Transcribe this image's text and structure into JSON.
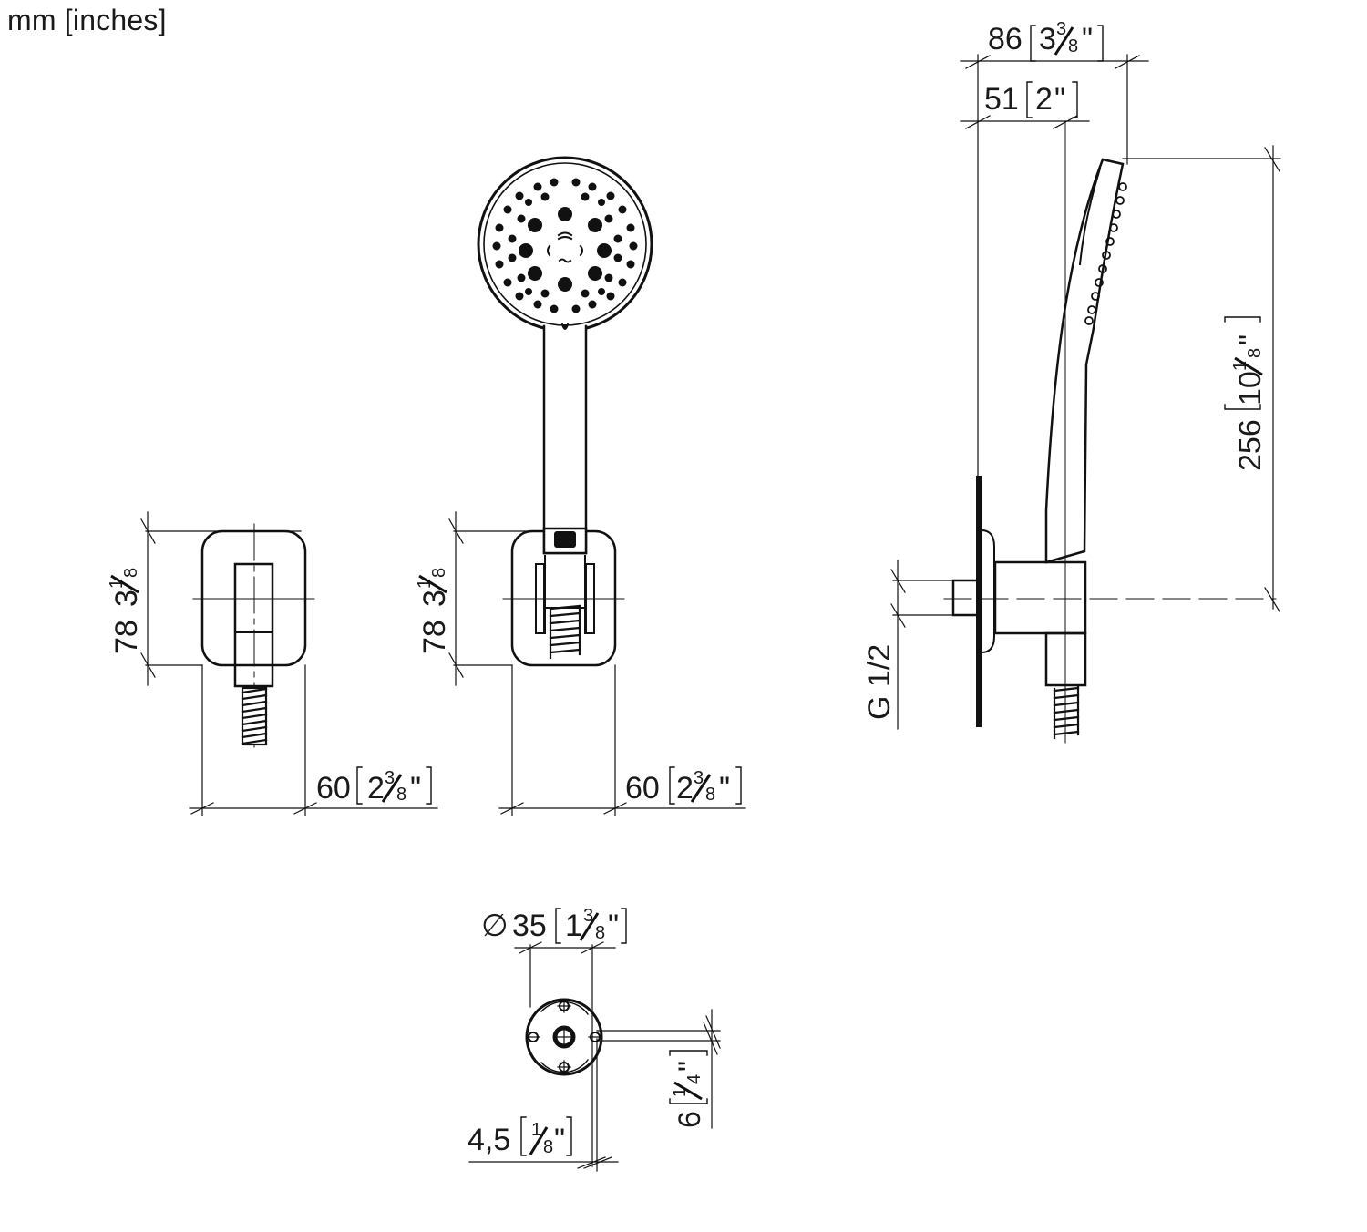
{
  "header": {
    "units_label": "mm [inches]"
  },
  "views": {
    "wall_outlet_front": {
      "height_dim": {
        "mm": "78",
        "inch_whole": "3",
        "inch_num": "1",
        "inch_den": "8"
      },
      "width_dim": {
        "mm": "60",
        "inch_whole": "2",
        "inch_num": "3",
        "inch_den": "8"
      }
    },
    "holder_with_handshower_front": {
      "height_dim": {
        "mm": "78",
        "inch_whole": "3",
        "inch_num": "1",
        "inch_den": "8"
      },
      "width_dim": {
        "mm": "60",
        "inch_whole": "2",
        "inch_num": "3",
        "inch_den": "8"
      }
    },
    "side_view": {
      "projection_total": {
        "mm": "86",
        "inch_whole": "3",
        "inch_num": "3",
        "inch_den": "8"
      },
      "projection_outlet": {
        "mm": "51",
        "inch_whole": "2"
      },
      "height_dim": {
        "mm": "256",
        "inch_whole": "10",
        "inch_num": "1",
        "inch_den": "8"
      },
      "thread_label": "G 1/2"
    },
    "rosette_plan": {
      "diameter_symbol": "∅",
      "diameter_dim": {
        "mm": "35",
        "inch_whole": "1",
        "inch_num": "3",
        "inch_den": "8"
      },
      "hole_dim": {
        "mm": "4,5",
        "inch_num": "1",
        "inch_den": "8"
      },
      "offset_dim": {
        "mm": "6",
        "inch_num": "1",
        "inch_den": "4"
      }
    }
  },
  "inch_mark": "\""
}
